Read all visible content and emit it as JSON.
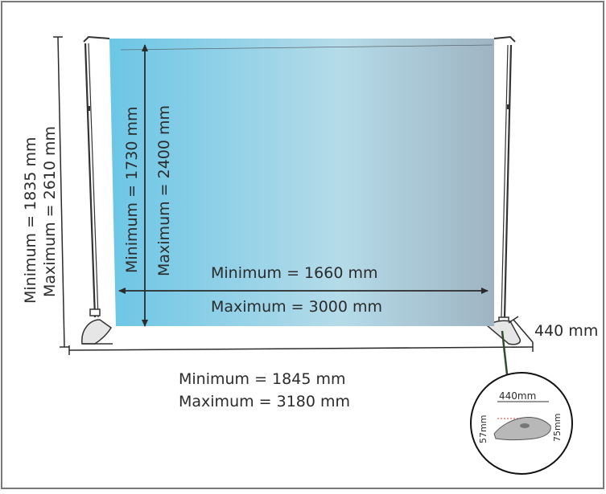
{
  "diagram": {
    "overall_height": {
      "min_label": "Minimum = 1835 mm",
      "max_label": "Maximum = 2610 mm"
    },
    "graphic_height": {
      "min_label": "Minimum = 1730 mm",
      "max_label": "Maximum = 2400 mm"
    },
    "graphic_width": {
      "min_label": "Minimum = 1660 mm",
      "max_label": "Maximum = 3000 mm"
    },
    "overall_width": {
      "min_label": "Minimum = 1845 mm",
      "max_label": "Maximum = 3180 mm"
    },
    "foot_depth": {
      "label": "440 mm"
    },
    "foot_detail": {
      "length_label": "440mm",
      "left_height_label": "57mm",
      "right_height_label": "75mm"
    }
  },
  "colors": {
    "frame_border": "#7a7a7a",
    "banner_left": "#6cc6e6",
    "banner_mid": "#b5dbe9",
    "banner_right": "#9fb4c2",
    "dimension_line": "#2b2b2b",
    "foot_line": "#2e4e2e"
  }
}
